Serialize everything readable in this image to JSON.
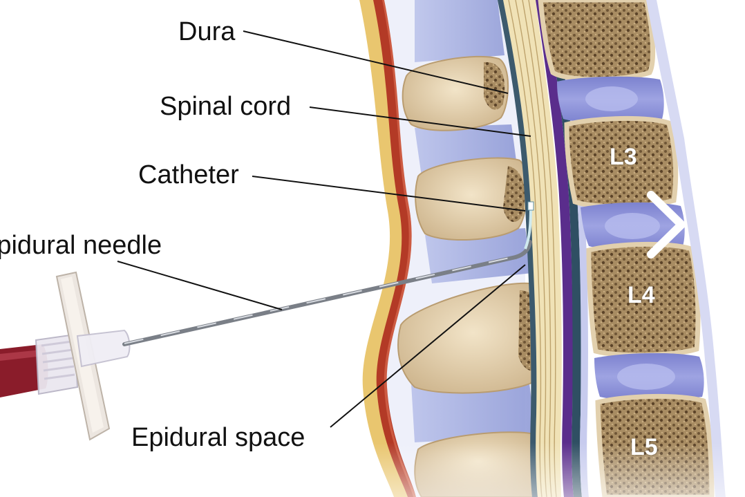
{
  "labels": {
    "dura": "Dura",
    "spinal_cord": "Spinal cord",
    "catheter": "Catheter",
    "epidural_needle": "Epidural needle",
    "epidural_space": "Epidural space"
  },
  "vertebrae": [
    "L3",
    "L4",
    "L5"
  ],
  "icons": {
    "next": "chevron-right-icon"
  },
  "colors": {
    "bone": "#e6d3b3",
    "marrow": "#8a7150",
    "disc": "#8b90d6",
    "ligament": "#9fa9dd",
    "muscle": "#b33a26",
    "fat": "#e8c16a",
    "dura": "#5a2d8c",
    "cord": "#f0e2b6",
    "csf": "#2f4f63",
    "syringe_fluid": "#8a1c2a"
  }
}
